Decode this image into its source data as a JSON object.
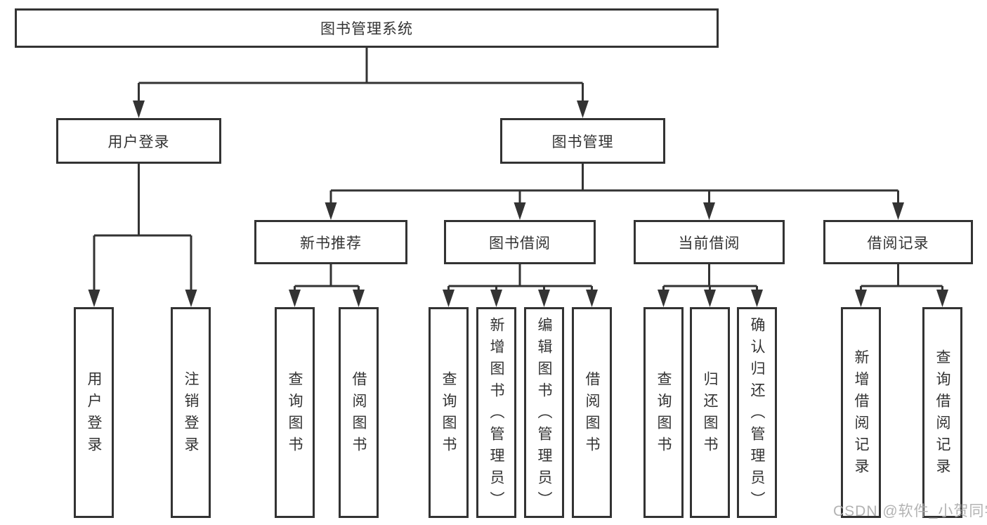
{
  "colors": {
    "line": "#333333",
    "box_border": "#333333",
    "box_background": "#ffffff",
    "text": "#333333",
    "watermark_text": "#adadad",
    "page_background": "#ffffff"
  },
  "tree": {
    "root": {
      "label": "图书管理系统"
    },
    "branches": [
      {
        "label": "用户登录",
        "children": [
          {
            "label": "用户登录"
          },
          {
            "label": "注销登录"
          }
        ]
      },
      {
        "label": "图书管理",
        "children": [
          {
            "label": "新书推荐",
            "children": [
              {
                "label": "查询图书"
              },
              {
                "label": "借阅图书"
              }
            ]
          },
          {
            "label": "图书借阅",
            "children": [
              {
                "label": "查询图书"
              },
              {
                "label": "新增图书（管理员）"
              },
              {
                "label": "编辑图书（管理员）"
              },
              {
                "label": "借阅图书"
              }
            ]
          },
          {
            "label": "当前借阅",
            "children": [
              {
                "label": "查询图书"
              },
              {
                "label": "归还图书"
              },
              {
                "label": "确认归还（管理员）"
              }
            ]
          },
          {
            "label": "借阅记录",
            "children": [
              {
                "label": "新增借阅记录"
              },
              {
                "label": "查询借阅记录"
              }
            ]
          }
        ]
      }
    ]
  },
  "watermark": {
    "text": "CSDN @软件_小贺同学"
  }
}
